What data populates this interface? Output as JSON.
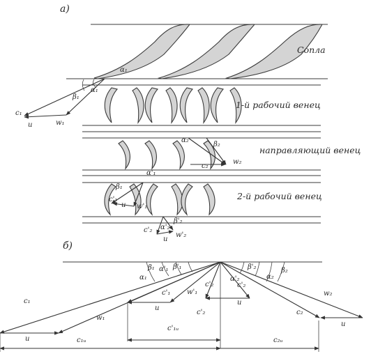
{
  "panels": {
    "a": "а)",
    "b": "б)"
  },
  "regions": {
    "nozzles": "Сопла",
    "row1": "1-й рабочий венец",
    "guide": "направляющий венец",
    "row2": "2-й рабочий венец"
  },
  "symbols_a": {
    "alpha1_top": "α₁",
    "alpha1_left": "α₁",
    "beta1": "β₁",
    "c1": "c₁",
    "u1": "u",
    "w1": "w₁",
    "alpha2": "α₂",
    "beta2": "β₂",
    "c2": "c₂",
    "w2": "w₂",
    "alpha1p": "α'₁",
    "beta1p": "β₁",
    "c1p": "c'₁",
    "u2": "u",
    "w1p": "w'₁",
    "c2p": "c'₂",
    "alpha2p": "α'₂",
    "beta2p": "β'₂",
    "u3": "u",
    "w2p": "w'₂"
  },
  "symbols_b": {
    "alpha1": "α₁",
    "beta1": "β₁",
    "alpha1p": "α'₁",
    "beta1p": "β'₁",
    "beta2p": "β'₂",
    "alpha2p": "α'₂",
    "beta2": "β₂",
    "alpha2": "α₂",
    "c1": "c₁",
    "w1": "w₁",
    "c1p": "c'₁",
    "w1p": "w'₁",
    "u_mid": "u",
    "c2p_left": "c'₂",
    "c2p_a": "c'₂",
    "c2p_b": "c'₂",
    "u_right_mid": "u",
    "w2": "w₂",
    "c2": "c₂",
    "u_right": "u",
    "c1u_p": "c'₁ᵤ",
    "u_bottom": "u",
    "c1u": "c₁ᵤ",
    "c2u": "c₂ᵤ"
  }
}
